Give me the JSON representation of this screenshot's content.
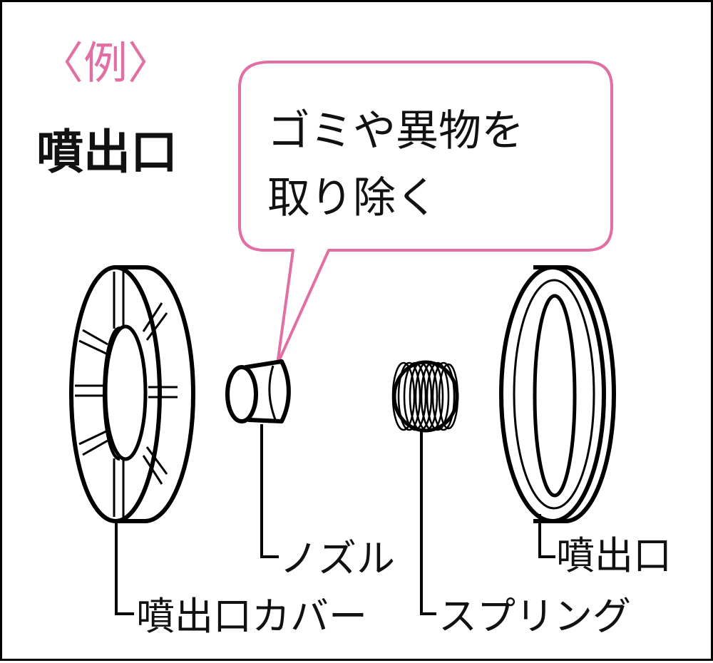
{
  "header": {
    "example_label": "〈例〉",
    "section_title": "噴出口"
  },
  "callout": {
    "line1": "ゴミや異物を",
    "line2": "取り除く",
    "border_color": "#e26fa3"
  },
  "parts": {
    "cover_label": "噴出口カバー",
    "nozzle_label": "ノズル",
    "spring_label": "スプリング",
    "outlet_label": "噴出口"
  },
  "colors": {
    "accent": "#e26fa3",
    "ink": "#111111"
  }
}
